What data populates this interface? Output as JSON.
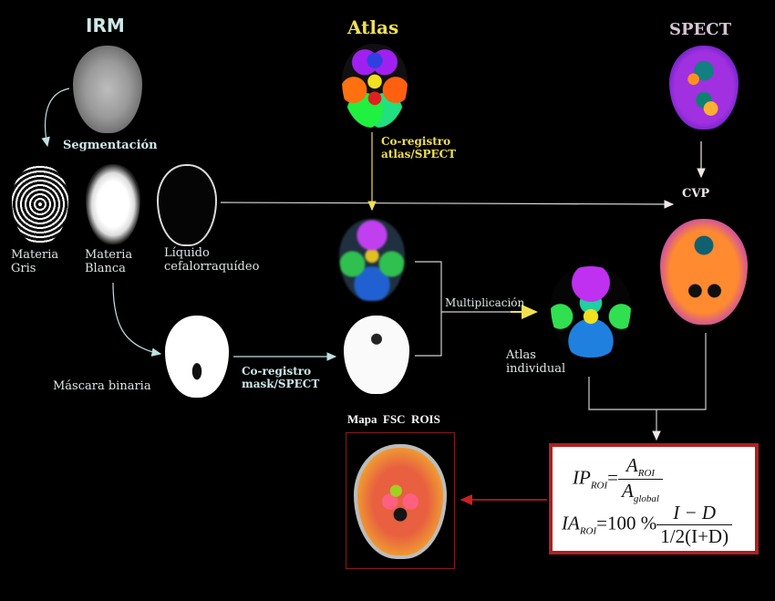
{
  "titles": {
    "irm": "IRM",
    "atlas": "Atlas",
    "spect": "SPECT"
  },
  "labels": {
    "segmentacion": "Segmentación",
    "materia_gris": [
      "Materia",
      "Gris"
    ],
    "materia_blanca": [
      "Materia",
      "Blanca"
    ],
    "liquido": [
      "Líquido",
      "cefalorraquídeo"
    ],
    "mascara_binaria": "Máscara binaria",
    "coregistro_mask": [
      "Co-registro",
      "mask/SPECT"
    ],
    "coregistro_atlas": [
      "Co-registro",
      "atlas/SPECT"
    ],
    "cvp": "CVP",
    "multiplicacion": "Multiplicación",
    "atlas_individual": [
      "Atlas",
      "individual"
    ],
    "mapa_fsc": "Mapa  FSC  ROIS"
  },
  "formulas": {
    "ip": {
      "lhs": "IP",
      "lhs_sub": "ROI",
      "num": "A",
      "num_sub": "ROI",
      "den": "A",
      "den_sub": "global"
    },
    "ia": {
      "lhs": "IA",
      "lhs_sub": "ROI",
      "factor": "=100 %",
      "num": "I − D",
      "den": "1/2(I+D)"
    }
  },
  "colors": {
    "accent_cyan": "#cfe8e8",
    "accent_yellow": "#f0e050",
    "accent_spect": "#d8c4d4",
    "formula_border": "#b02020",
    "arrow_red": "#cc2020"
  }
}
